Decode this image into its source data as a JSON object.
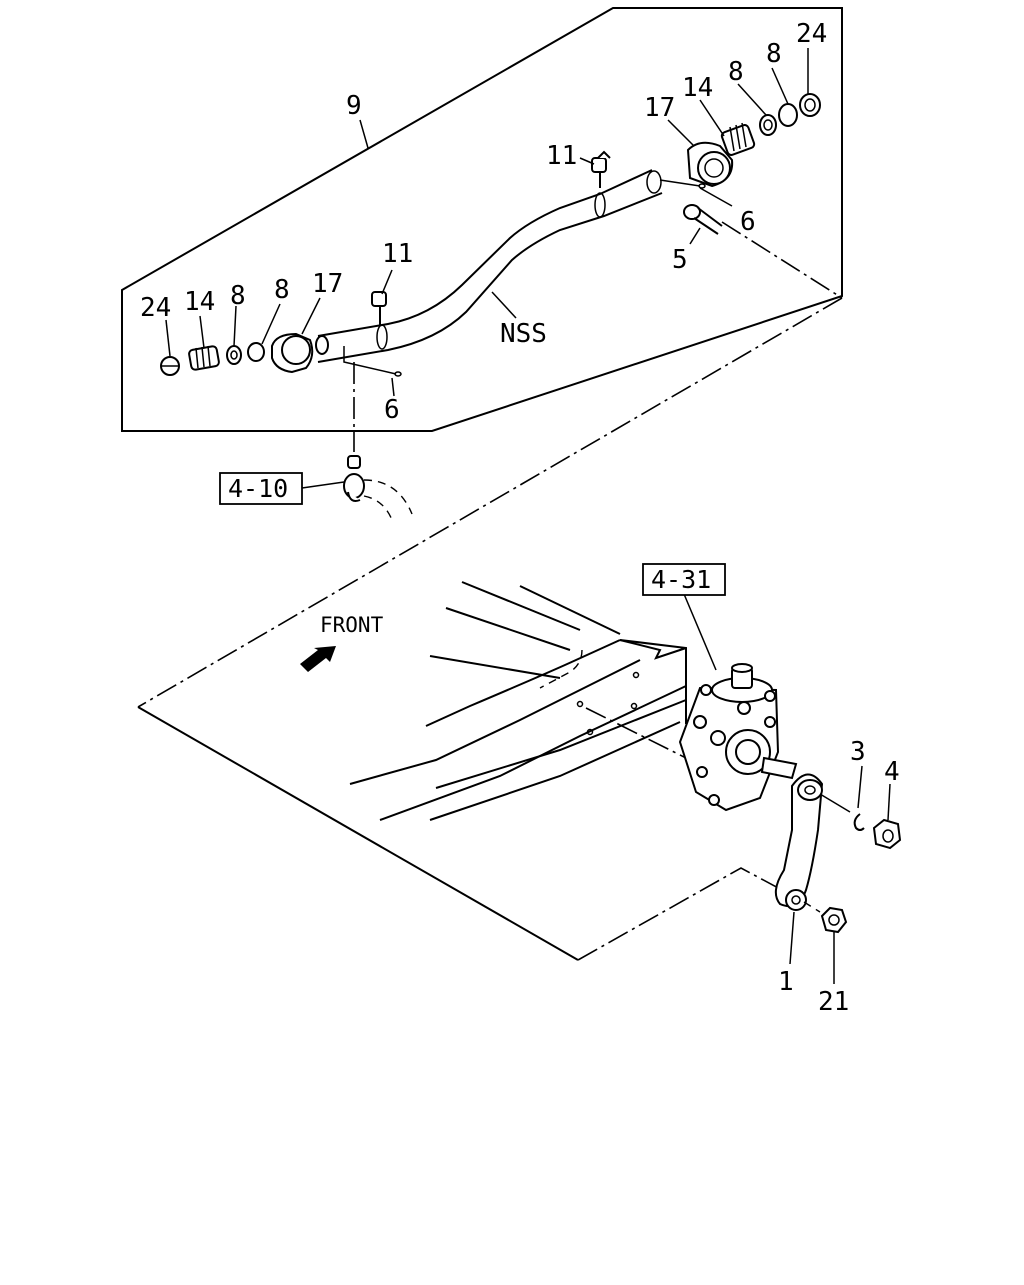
{
  "diagram": {
    "callouts": {
      "tube_assembly": "9",
      "upper_right_cap": "24",
      "upper_right_washer_a": "8",
      "upper_right_washer_b": "8",
      "upper_right_spring": "14",
      "upper_right_joint": "17",
      "upper_grease_fitting": "11",
      "upper_pin": "6",
      "upper_bolt": "5",
      "lower_left_cap": "24",
      "lower_left_spring": "14",
      "lower_left_washer_a": "8",
      "lower_left_washer_b": "8",
      "lower_left_joint": "17",
      "lower_grease_fitting": "11",
      "lower_pin": "6",
      "tube_note": "NSS",
      "snap_ring": "3",
      "bushing": "4",
      "pitman_arm": "1",
      "nut": "21"
    },
    "refs": {
      "ref_left": "4-10",
      "ref_gearbox": "4-31"
    },
    "direction": {
      "label": "FRONT"
    }
  }
}
